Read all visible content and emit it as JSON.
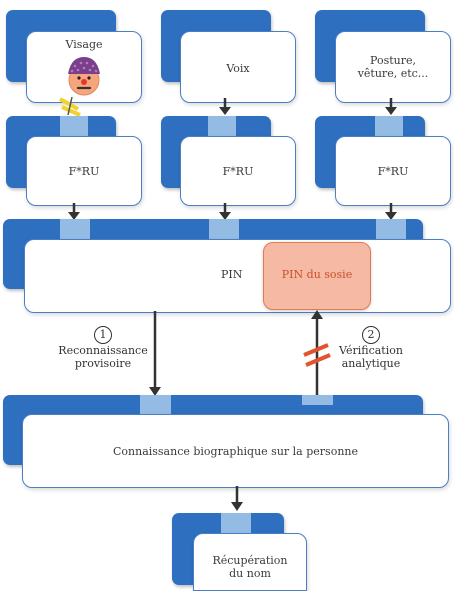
{
  "inputs": [
    {
      "label": "Visage"
    },
    {
      "label": "Voix"
    },
    {
      "label": "Posture, vêture, etc..."
    }
  ],
  "fru": [
    {
      "label": "F*RU"
    },
    {
      "label": "F*RU"
    },
    {
      "label": "F*RU"
    }
  ],
  "pin": {
    "label": "PIN",
    "sosie_label": "PIN du sosie"
  },
  "steps": [
    {
      "number": "1",
      "label": "Reconnaissance provisoire"
    },
    {
      "number": "2",
      "label": "Vérification analytique"
    }
  ],
  "knowledge": {
    "label": "Connaissance biographique sur la personne"
  },
  "retrieval": {
    "label": "Récupération du nom"
  },
  "colors": {
    "box": "#2f6fc0",
    "connector": "#9ec3e8",
    "sosie": "#f6b9a3",
    "sosie_text": "#c8502e"
  }
}
